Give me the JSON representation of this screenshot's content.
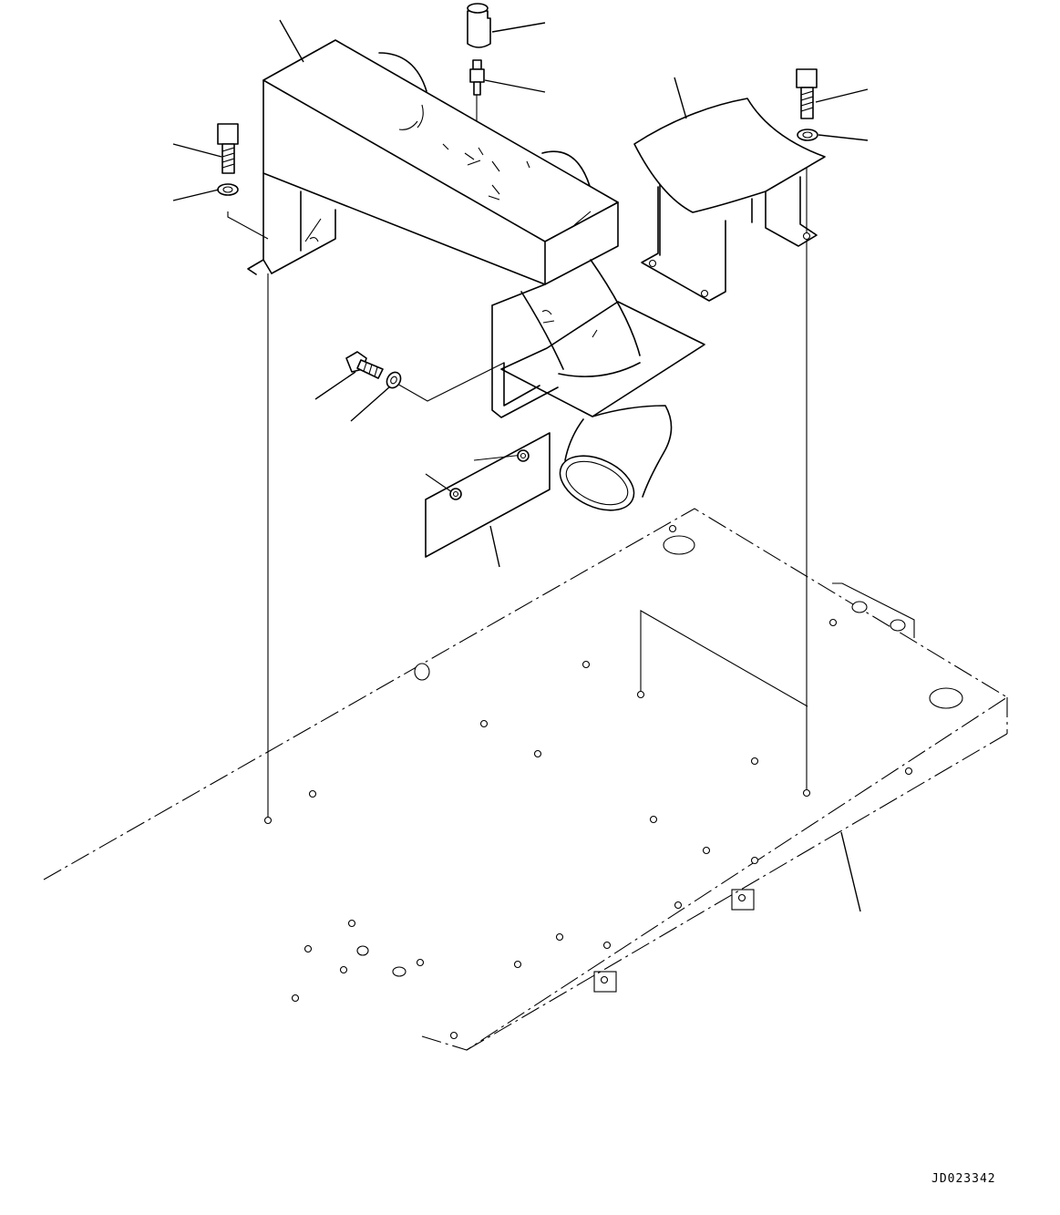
{
  "drawing": {
    "code": "JD023342"
  },
  "parts": [
    {
      "name": "muffler-duct-assembly"
    },
    {
      "name": "cap"
    },
    {
      "name": "nipple"
    },
    {
      "name": "cover"
    },
    {
      "name": "bolt-right"
    },
    {
      "name": "washer-right"
    },
    {
      "name": "bolt-left"
    },
    {
      "name": "washer-left"
    },
    {
      "name": "bolt-center"
    },
    {
      "name": "washer-center"
    },
    {
      "name": "plate"
    },
    {
      "name": "floor-frame"
    }
  ]
}
